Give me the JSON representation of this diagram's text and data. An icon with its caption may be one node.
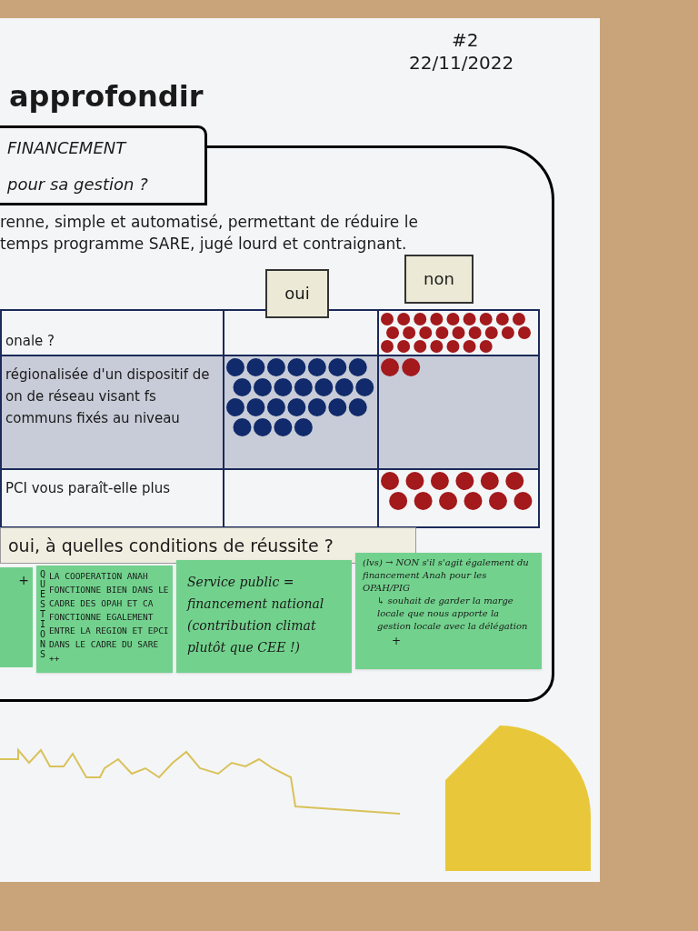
{
  "diagram": {
    "nodes": [
      {
        "text": [
          "FINANCEMENT",
          "pour sa gestion ?"
        ]
      },
      {
        "text": [
          "oui"
        ]
      },
      {
        "text": [
          "non"
        ]
      },
      {
        "text": [
          "oui, à quelles conditions de réussite ?"
        ]
      },
      {
        "text": [
          "+"
        ]
      },
      {
        "text": [
          "QUESTIONS",
          "LA COOPERATION ANAH FONCTIONNE BIEN DANS LE CADRE DES OPAH ET CA FONCTIONNE EGALEMENT ENTRE LA REGION ET EPCI DANS LE CADRE DU SARE ++"
        ]
      },
      {
        "text": [
          "Service public = financement national (contribution climat plutôt que CEE !)"
        ]
      },
      {
        "text": [
          "(lvs) → NON s'il s'agit également du financement Anah pour les OPAH/PIG",
          "↳ souhait de garder la marge locale que nous apporte la gestion locale avec la délégation",
          "+"
        ]
      }
    ],
    "labels": [
      "approfondir",
      "#2",
      "22/11/2022",
      "renne, simple et automatisé, permettant de réduire le temps programme SARE, jugé lourd et contraignant.",
      "onale ?",
      "régionalisée d'un dispositif de on de réseau visant fs communs fixés au niveau",
      "PCI vous paraît-elle plus"
    ]
  }
}
